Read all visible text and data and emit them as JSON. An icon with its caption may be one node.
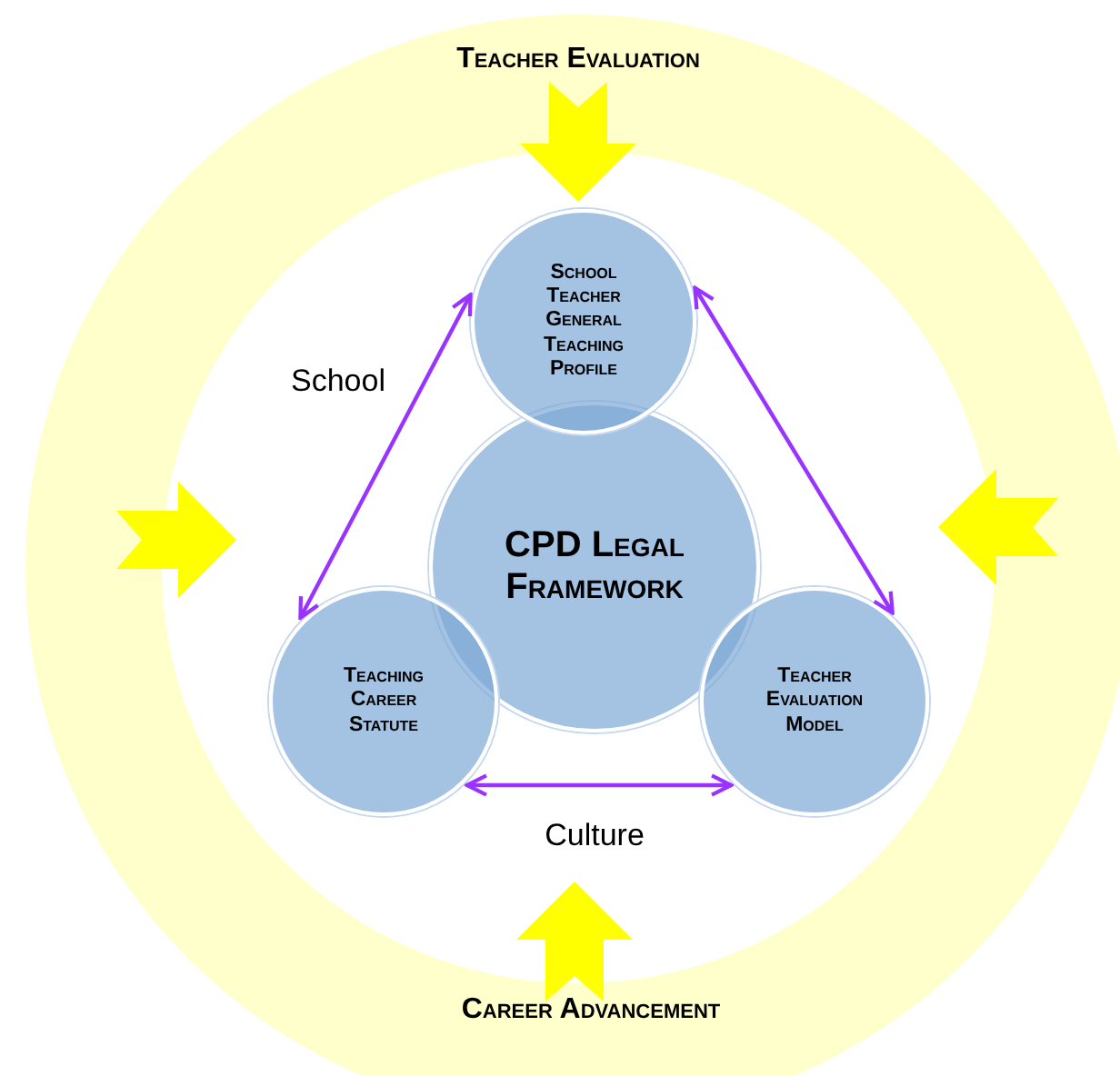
{
  "diagram": {
    "nodes": [
      {
        "text": [
          "CPD Legal Framework"
        ]
      },
      {
        "text": [
          "School Teacher General Teaching Profile"
        ]
      },
      {
        "text": [
          "Teaching Career Statute"
        ]
      },
      {
        "text": [
          "Teacher Evaluation Model"
        ]
      }
    ],
    "edges": [
      {
        "from": 1,
        "to": 2,
        "arrow": "both"
      },
      {
        "from": 1,
        "to": 3,
        "arrow": "both"
      },
      {
        "from": 2,
        "to": 3,
        "arrow": "both"
      }
    ],
    "labels": [
      "Teacher Evaluation",
      "School",
      "Culture",
      "Career Advancement"
    ]
  }
}
